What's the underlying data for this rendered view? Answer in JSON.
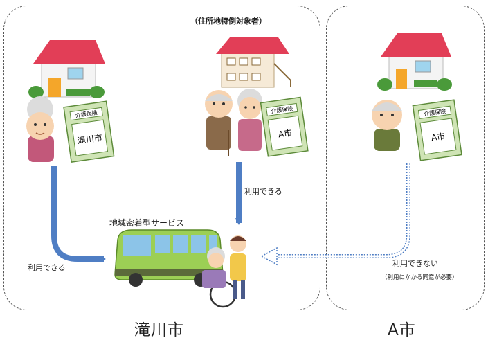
{
  "regions": {
    "takikawa": "滝川市",
    "a_city": "A市"
  },
  "labels": {
    "special_case": "（住所地特例対象者）",
    "service_name": "地域密着型サービス",
    "can_use_left": "利用できる",
    "can_use_middle": "利用できる",
    "cannot_use": "利用できない",
    "consent_note": "（利用にかかる同意が必要）"
  },
  "cards": {
    "title": "介護保険",
    "card_takikawa": "滝川市",
    "card_a_middle": "A市",
    "card_a_right": "A市"
  },
  "colors": {
    "roof": "#e23e57",
    "arrow_blue": "#4f7ec4",
    "card_green": "#cfe4b5",
    "bus_green": "#9ccf55"
  }
}
